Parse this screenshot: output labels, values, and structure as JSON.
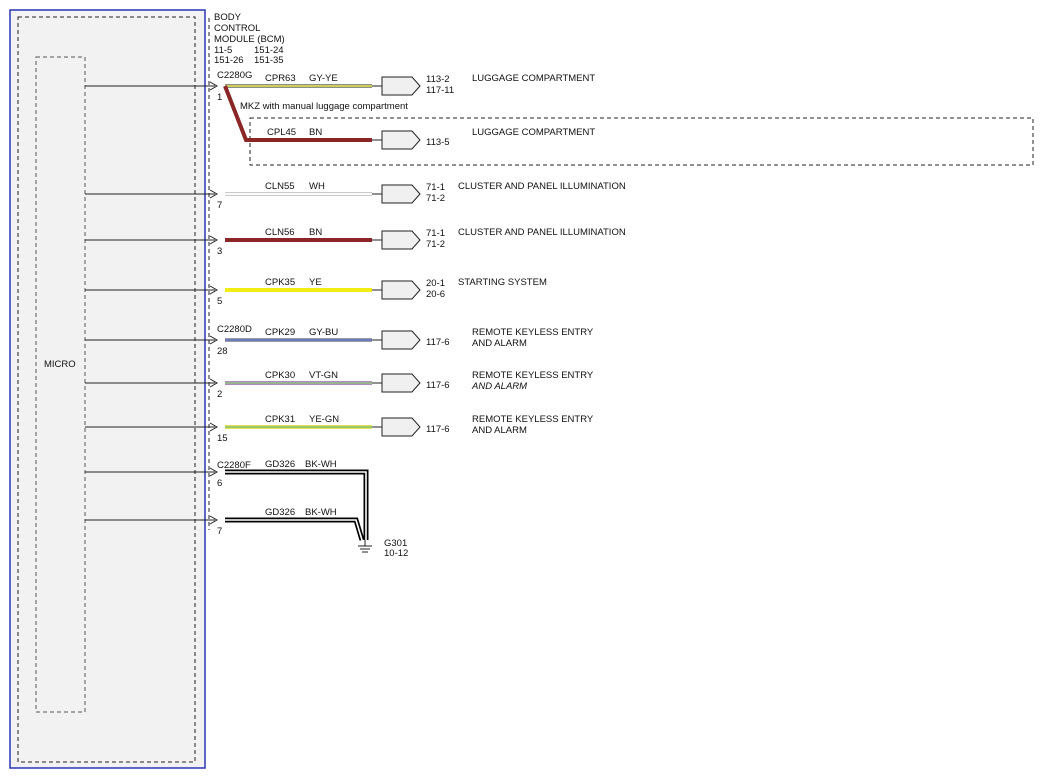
{
  "module": {
    "title_lines": [
      "BODY",
      "CONTROL",
      "MODULE (BCM)"
    ],
    "refs": [
      [
        "11-5",
        "151-24"
      ],
      [
        "151-26",
        "151-35"
      ]
    ],
    "micro_label": "MICRO"
  },
  "connectors": [
    "C2280G",
    "C2280D",
    "C2280F"
  ],
  "option_note": "MKZ with manual luggage compartment",
  "circuits": [
    {
      "connector": "C2280G",
      "pin": "1",
      "circuit": "CPR63",
      "color_code": "GY-YE",
      "wire_main": "#8a8f88",
      "wire_stripe": "#e8e14a",
      "pages": [
        "113-2",
        "117-11"
      ],
      "destination": [
        "LUGGAGE COMPARTMENT"
      ],
      "dest_italic": []
    },
    {
      "connector": "",
      "pin": "",
      "circuit": "CPL45",
      "color_code": "BN",
      "wire_main": "#8b2626",
      "wire_stripe": "#8b2626",
      "pages": [
        "113-5"
      ],
      "destination": [
        "LUGGAGE COMPARTMENT"
      ],
      "dest_italic": []
    },
    {
      "connector": "",
      "pin": "7",
      "circuit": "CLN55",
      "color_code": "WH",
      "wire_main": "#f4f4f4",
      "wire_stripe": "#f4f4f4",
      "pages": [
        "71-1",
        "71-2"
      ],
      "destination": [
        "CLUSTER AND PANEL ILLUMINATION"
      ],
      "dest_italic": []
    },
    {
      "connector": "",
      "pin": "3",
      "circuit": "CLN56",
      "color_code": "BN",
      "wire_main": "#8b2626",
      "wire_stripe": "#8b2626",
      "pages": [
        "71-1",
        "71-2"
      ],
      "destination": [
        "CLUSTER AND PANEL ILLUMINATION"
      ],
      "dest_italic": []
    },
    {
      "connector": "",
      "pin": "5",
      "circuit": "CPK35",
      "color_code": "YE",
      "wire_main": "#f2ec14",
      "wire_stripe": "#f2ec14",
      "pages": [
        "20-1",
        "20-6"
      ],
      "destination": [
        "STARTING SYSTEM"
      ],
      "dest_italic": []
    },
    {
      "connector": "C2280D",
      "pin": "28",
      "circuit": "CPK29",
      "color_code": "GY-BU",
      "wire_main": "#9a9aa6",
      "wire_stripe": "#5a6fc0",
      "pages": [
        "117-6"
      ],
      "destination": [
        "REMOTE KEYLESS ENTRY",
        "AND ALARM"
      ],
      "dest_italic": []
    },
    {
      "connector": "",
      "pin": "2",
      "circuit": "CPK30",
      "color_code": "VT-GN",
      "wire_main": "#b08ac0",
      "wire_stripe": "#8fc27a",
      "pages": [
        "117-6"
      ],
      "destination": [
        "REMOTE KEYLESS ENTRY",
        "AND ALARM"
      ],
      "dest_italic": [
        1
      ]
    },
    {
      "connector": "",
      "pin": "15",
      "circuit": "CPK31",
      "color_code": "YE-GN",
      "wire_main": "#dfe05a",
      "wire_stripe": "#8ac06a",
      "pages": [
        "117-6"
      ],
      "destination": [
        "REMOTE KEYLESS ENTRY",
        "AND ALARM"
      ],
      "dest_italic": []
    },
    {
      "connector": "C2280F",
      "pin": "6",
      "circuit": "GD326",
      "color_code": "BK-WH",
      "wire_main": "#000000",
      "wire_stripe": "#ffffff",
      "pages": [],
      "destination": [],
      "dest_italic": []
    },
    {
      "connector": "",
      "pin": "7",
      "circuit": "GD326",
      "color_code": "BK-WH",
      "wire_main": "#000000",
      "wire_stripe": "#ffffff",
      "pages": [],
      "destination": [],
      "dest_italic": []
    }
  ],
  "ground": {
    "name": "G301",
    "page": "10-12"
  },
  "colors": {
    "module_border": "#2a35b5",
    "module_fill": "#f2f2f2",
    "line": "#222222"
  }
}
